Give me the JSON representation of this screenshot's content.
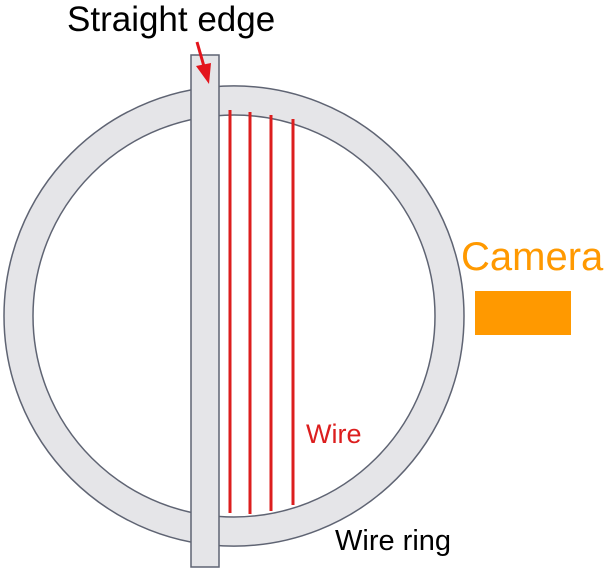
{
  "labels": {
    "straight_edge": "Straight edge",
    "camera": "Camera",
    "wire": "Wire",
    "wire_ring": "Wire ring"
  },
  "colors": {
    "ring_fill": "#e5e5e8",
    "ring_stroke": "#5f6473",
    "wire": "#dc1e1e",
    "arrow": "#e3141c",
    "camera": "#ff9900",
    "text": "#000000"
  }
}
